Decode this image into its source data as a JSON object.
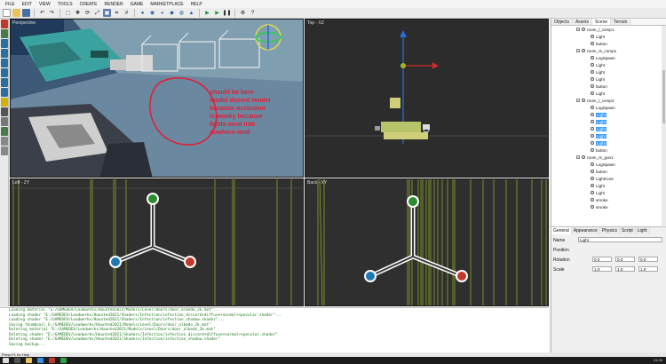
{
  "menubar": {
    "items": [
      "FILE",
      "EDIT",
      "VIEW",
      "TOOLS",
      "CREATE",
      "RENDER",
      "GAME",
      "MARKETPLACE",
      "HELP"
    ]
  },
  "toolbar": {
    "icons": [
      "new-icon",
      "open-icon",
      "save-icon",
      "undo-icon",
      "redo-icon",
      "select-icon",
      "move-icon",
      "rotate-icon",
      "scale-icon",
      "lock-icon",
      "snap-icon",
      "grid-icon",
      "light-icon",
      "camera-icon",
      "sphere-icon",
      "play-icon",
      "pause-icon",
      "stop-icon",
      "settings-icon",
      "help-icon"
    ]
  },
  "viewports": {
    "perspective": {
      "label": "Perspective",
      "annotation": [
        "should be here",
        "model doesnt render",
        "because occlusion",
        "is wonky because",
        "lights went into",
        "nowhere-land"
      ]
    },
    "top": {
      "label": "Top - XZ"
    },
    "left": {
      "label": "Left - ZY"
    },
    "back": {
      "label": "Back - XY"
    }
  },
  "scene_panel": {
    "tabs": [
      "Objects",
      "Assets",
      "Scene",
      "Terrain"
    ],
    "active_tab": "Scene",
    "tree": [
      {
        "label": "room_l_comp1",
        "type": "group"
      },
      {
        "label": "Light",
        "type": "item"
      },
      {
        "label": "button",
        "type": "item"
      },
      {
        "label": "room_rs_comp1",
        "type": "group"
      },
      {
        "label": "LogSpawn",
        "type": "item"
      },
      {
        "label": "Light",
        "type": "item"
      },
      {
        "label": "Light",
        "type": "item"
      },
      {
        "label": "Light",
        "type": "item"
      },
      {
        "label": "button",
        "type": "item"
      },
      {
        "label": "Light",
        "type": "item"
      },
      {
        "label": "room_l_comp2",
        "type": "group"
      },
      {
        "label": "LogSpawn",
        "type": "item"
      },
      {
        "label": "Light",
        "type": "selected"
      },
      {
        "label": "Light",
        "type": "selected"
      },
      {
        "label": "Light",
        "type": "selected"
      },
      {
        "label": "Light",
        "type": "selected"
      },
      {
        "label": "Light",
        "type": "selected"
      },
      {
        "label": "button",
        "type": "item"
      },
      {
        "label": "room_rs_gun1",
        "type": "group"
      },
      {
        "label": "LogSpawn",
        "type": "item"
      },
      {
        "label": "button",
        "type": "item"
      },
      {
        "label": "LightCore",
        "type": "item"
      },
      {
        "label": "Light",
        "type": "item"
      },
      {
        "label": "Light",
        "type": "item"
      },
      {
        "label": "smoke",
        "type": "item"
      },
      {
        "label": "smoke",
        "type": "item"
      }
    ]
  },
  "properties": {
    "tabs": [
      "General",
      "Appearance",
      "Physics",
      "Script",
      "Light"
    ],
    "active_tab": "General",
    "name_label": "Name",
    "name_value": "Light",
    "position_label": "Position",
    "rotation_label": "Rotation",
    "rotation": [
      "0.0",
      "0.0",
      "0.0"
    ],
    "scale_label": "Scale",
    "scale": [
      "1.0",
      "1.0",
      "1.0"
    ]
  },
  "console": {
    "lines": [
      {
        "text": "Loading material \"E:/GAMEDEV/Leadwerks/Haunted2021/Models/Level/Doors/door_albedo_2k.mat\"...",
        "color": "#1f7a1f"
      },
      {
        "text": "Loading shader \"E:/GAMEDEV/Leadwerks/Haunted2021/Shaders/Infection/infection_discard+diffuse+normal+specular.shader\"...",
        "color": "#1f7a1f"
      },
      {
        "text": "Loading shader \"E:/GAMEDEV/Leadwerks/Haunted2021/Shaders/Infection/infection_shadow.shader\"...",
        "color": "#1f7a1f"
      },
      {
        "text": "Saving thumbnail E:/GAMEDEV/Leadwerks/Haunted2021/Models/Level/Doors/door_albedo_2k.mat\"",
        "color": "#1f7a1f"
      },
      {
        "text": "Deleting material \"E:/GAMEDEV/Leadwerks/Haunted2021/Models/Level/Doors/door_albedo_2k.mat\"",
        "color": "#1f7a1f"
      },
      {
        "text": "Deleting shader \"E:/GAMEDEV/Leadwerks/Haunted2021/Shaders/Infection/infection_discard+diffuse+normal+specular.shader\"",
        "color": "#1f7a1f"
      },
      {
        "text": "Deleting shader \"E:/GAMEDEV/Leadwerks/Haunted2021/Shaders/Infection/infection_shadow.shader\"",
        "color": "#1f7a1f"
      },
      {
        "text": "Saving backup...",
        "color": "#1f7a1f"
      }
    ]
  },
  "statusbar": {
    "text": "Press F1 for Help"
  },
  "taskbar": {
    "time": "21:33"
  },
  "colors": {
    "annotation": "#e0203a",
    "gizmo_green": "#2e8b2e",
    "gizmo_blue": "#1e78b4",
    "gizmo_red": "#c0392b",
    "grid_line": "#9ab82a",
    "selection": "#3399ff"
  }
}
